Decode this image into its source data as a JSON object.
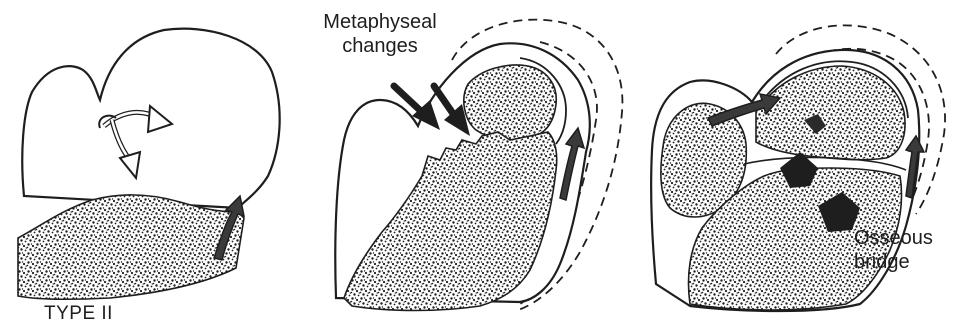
{
  "labels": {
    "metaphyseal_line1": "Metaphyseal",
    "metaphyseal_line2": "changes",
    "type": "TYPE II",
    "osseous_line1": "Osseous",
    "osseous_line2": "bridge"
  },
  "colors": {
    "ink": "#1e1e1e",
    "paper": "#ffffff",
    "arrow_fill": "#3a3a3a"
  }
}
